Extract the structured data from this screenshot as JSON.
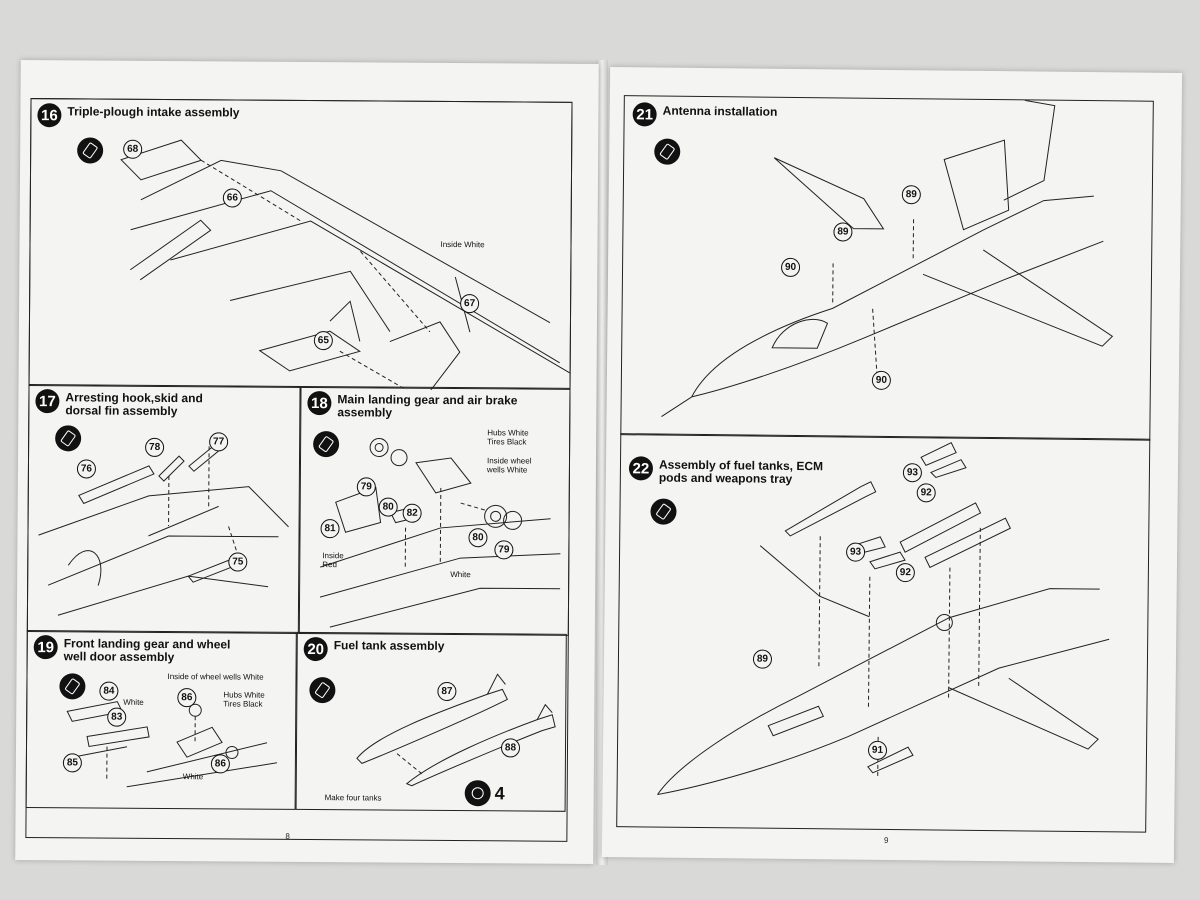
{
  "left": {
    "page_number": "8",
    "steps": [
      {
        "number": "16",
        "title": "Triple-plough intake assembly",
        "parts": [
          "68",
          "66",
          "67",
          "65"
        ],
        "notes": [
          "Inside White"
        ]
      },
      {
        "number": "17",
        "title": "Arresting hook,skid and dorsal fin assembly",
        "parts": [
          "78",
          "77",
          "76",
          "75"
        ]
      },
      {
        "number": "18",
        "title": "Main landing gear and air brake assembly",
        "parts": [
          "79",
          "80",
          "82",
          "81",
          "80",
          "79"
        ],
        "notes": [
          "Hubs White",
          "Tires Black",
          "Inside wheel",
          "wells White",
          "Inside",
          "Red",
          "White"
        ]
      },
      {
        "number": "19",
        "title": "Front landing gear and wheel well door assembly",
        "parts": [
          "84",
          "83",
          "85",
          "86",
          "86"
        ],
        "notes": [
          "Inside of wheel wells White",
          "White",
          "Hubs White",
          "Tires Black",
          "White"
        ]
      },
      {
        "number": "20",
        "title": "Fuel tank assembly",
        "parts": [
          "87",
          "88"
        ],
        "notes": [
          "Make four tanks"
        ],
        "quantity": "4"
      }
    ]
  },
  "right": {
    "page_number": "9",
    "steps": [
      {
        "number": "21",
        "title": "Antenna installation",
        "parts": [
          "89",
          "89",
          "90",
          "90"
        ]
      },
      {
        "number": "22",
        "title": "Assembly of fuel tanks, ECM pods and weapons tray",
        "parts": [
          "93",
          "92",
          "93",
          "92",
          "89",
          "91"
        ]
      }
    ]
  }
}
